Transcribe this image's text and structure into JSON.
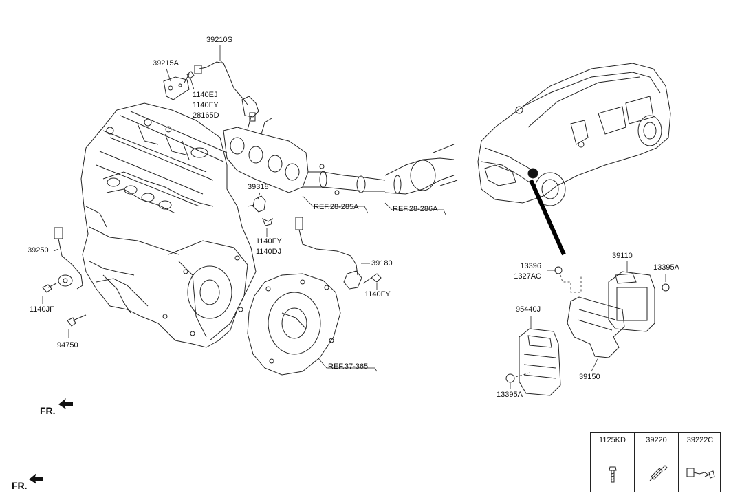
{
  "parts": {
    "p39210S": "39210S",
    "p39215A": "39215A",
    "p1140EJ_group": [
      "1140EJ",
      "1140FY",
      "28165D"
    ],
    "p39318": "39318",
    "p1140FY_1140DJ": [
      "1140FY",
      "1140DJ"
    ],
    "p39250": "39250",
    "p1140JF": "1140JF",
    "p94750": "94750",
    "p39180": "39180",
    "p1140FY_b": "1140FY",
    "p13396_group": [
      "13396",
      "1327AC"
    ],
    "p39110": "39110",
    "p13395A_top": "13395A",
    "p95440J": "95440J",
    "p39150": "39150",
    "p13395A_bottom": "13395A"
  },
  "refs": {
    "ref_28_285A": "REF.28-285A",
    "ref_28_286A": "REF.28-286A",
    "ref_37_365": "REF.37-365"
  },
  "fr_labels": {
    "top": "FR.",
    "bottom": "FR."
  },
  "legend": {
    "columns": [
      {
        "code": "1125KD",
        "icon": "bolt-icon"
      },
      {
        "code": "39220",
        "icon": "sensor-plug-icon"
      },
      {
        "code": "39222C",
        "icon": "sensor-connector-icon"
      }
    ]
  }
}
